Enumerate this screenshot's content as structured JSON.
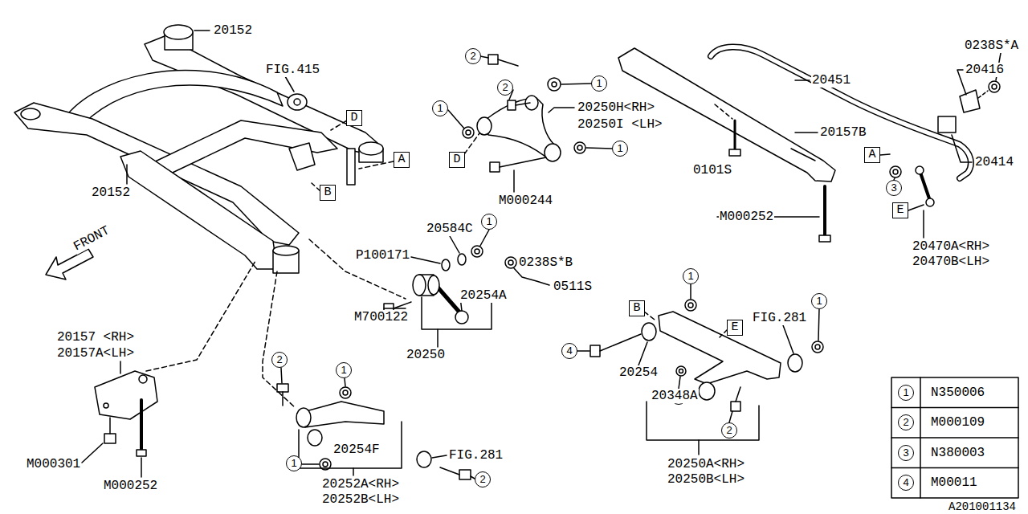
{
  "diagram": {
    "nodes": [
      {
        "text": [
          "2"
        ]
      },
      {
        "text": [
          "1"
        ]
      },
      {
        "text": [
          "2"
        ]
      },
      {
        "text": [
          "1"
        ]
      },
      {
        "text": [
          "D"
        ]
      },
      {
        "text": [
          "1"
        ]
      },
      {
        "text": [
          "A"
        ]
      },
      {
        "text": [
          "A"
        ]
      },
      {
        "text": [
          "D"
        ]
      },
      {
        "text": [
          "3"
        ]
      },
      {
        "text": [
          "B"
        ]
      },
      {
        "text": [
          "E"
        ]
      },
      {
        "text": [
          "1"
        ]
      },
      {
        "text": [
          "1"
        ]
      },
      {
        "text": [
          "1"
        ]
      },
      {
        "text": [
          "B"
        ]
      },
      {
        "text": [
          "E"
        ]
      },
      {
        "text": [
          "4"
        ]
      },
      {
        "text": [
          "2"
        ]
      },
      {
        "text": [
          "1"
        ]
      },
      {
        "text": [
          "3"
        ]
      },
      {
        "text": [
          "2"
        ]
      },
      {
        "text": [
          "1"
        ]
      },
      {
        "text": [
          "2"
        ]
      },
      {
        "text": [
          "1"
        ]
      },
      {
        "text": [
          "2"
        ]
      },
      {
        "text": [
          "3"
        ]
      },
      {
        "text": [
          "4"
        ]
      }
    ],
    "labels": [
      "20152",
      "0238S*A",
      "FIG.415",
      "20416",
      "20451",
      "20250H<RH>",
      "20250I <LH>",
      "20157B",
      "20414",
      "0101S",
      "20152",
      "M000244",
      "M000252",
      "20584C",
      "20470A<RH>",
      "20470B<LH>",
      "FRONT",
      "P100171",
      "0238S*B",
      "0511S",
      "20254A",
      "M700122",
      "FIG.281",
      "20157 <RH>",
      "20157A<LH>",
      "20250",
      "20254",
      "20348A",
      "20254F",
      "FIG.281",
      "M000301",
      "20250A<RH>",
      "20250B<LH>",
      "M000252",
      "20252A<RH>",
      "20252B<LH>",
      "N350006",
      "M000109",
      "N380003",
      "M00011",
      "A201001134"
    ]
  }
}
